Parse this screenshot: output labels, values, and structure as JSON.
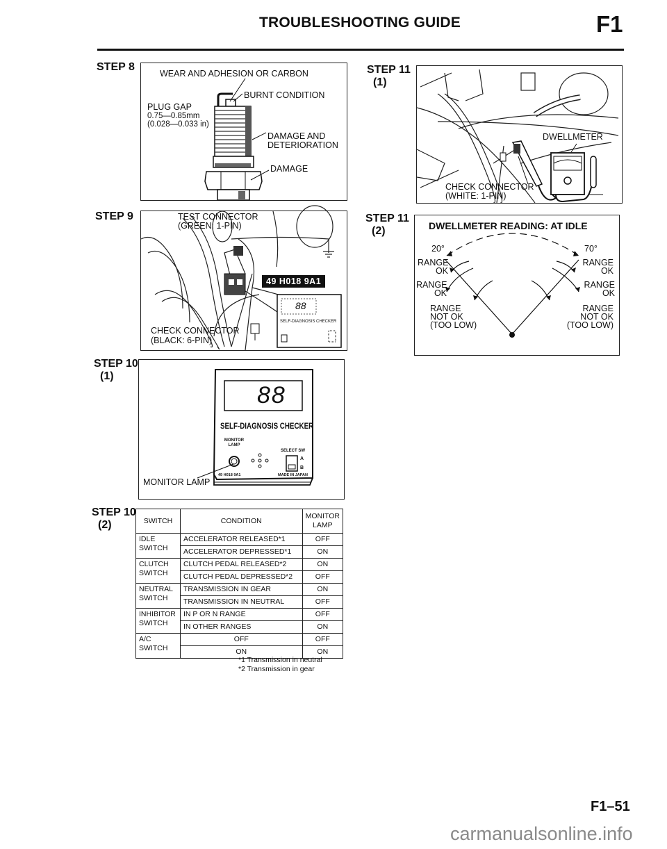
{
  "header": {
    "title": "TROUBLESHOOTING GUIDE",
    "section_code": "F1"
  },
  "steps": {
    "step8": {
      "label": "STEP 8",
      "figure": {
        "wear_label": "WEAR AND ADHESION OR CARBON",
        "burnt_label": "BURNT CONDITION",
        "plug_gap_title": "PLUG GAP",
        "plug_gap_mm": "0.75—0.85mm",
        "plug_gap_in": "(0.028—0.033 in)",
        "damage_deterioration_line1": "DAMAGE AND",
        "damage_deterioration_line2": "DETERIORATION",
        "damage_label": "DAMAGE"
      }
    },
    "step9": {
      "label": "STEP 9",
      "figure": {
        "test_connector_line1": "TEST CONNECTOR",
        "test_connector_line2": "(GREEN: 1-PIN)",
        "tool_number": "49 H018 9A1",
        "check_connector_line1": "CHECK CONNECTOR",
        "check_connector_line2": "(BLACK: 6-PIN)",
        "display_digits": "88",
        "checker_label": "SELF-DIAGNOSIS CHECKER"
      }
    },
    "step10_1": {
      "label": "STEP 10",
      "sub": "(1)",
      "figure": {
        "display_digits": "88",
        "checker_title": "SELF-DIAGNOSIS CHECKER",
        "monitor_lamp_small": "MONITOR LAMP",
        "select_sw": "SELECT SW",
        "select_a": "A",
        "select_b": "B",
        "model_number": "49 H018 9A1",
        "made_in": "MADE IN JAPAN",
        "monitor_lamp_callout": "MONITOR LAMP"
      }
    },
    "step10_2": {
      "label": "STEP 10",
      "sub": "(2)",
      "table": {
        "headers": [
          "SWITCH",
          "CONDITION",
          "MONITOR LAMP"
        ],
        "groups": [
          {
            "switch": "IDLE SWITCH",
            "rows": [
              {
                "condition": "ACCELERATOR RELEASED*1",
                "lamp": "OFF"
              },
              {
                "condition": "ACCELERATOR DEPRESSED*1",
                "lamp": "ON"
              }
            ]
          },
          {
            "switch": "CLUTCH SWITCH",
            "rows": [
              {
                "condition": "CLUTCH PEDAL RELEASED*2",
                "lamp": "ON"
              },
              {
                "condition": "CLUTCH PEDAL DEPRESSED*2",
                "lamp": "OFF"
              }
            ]
          },
          {
            "switch": "NEUTRAL SWITCH",
            "rows": [
              {
                "condition": "TRANSMISSION IN GEAR",
                "lamp": "ON"
              },
              {
                "condition": "TRANSMISSION IN NEUTRAL",
                "lamp": "OFF"
              }
            ]
          },
          {
            "switch": "INHIBITOR SWITCH",
            "rows": [
              {
                "condition": "IN P OR N RANGE",
                "lamp": "OFF"
              },
              {
                "condition": "IN OTHER RANGES",
                "lamp": "ON"
              }
            ]
          },
          {
            "switch": "A/C SWITCH",
            "rows": [
              {
                "condition": "OFF",
                "lamp": "OFF"
              },
              {
                "condition": "ON",
                "lamp": "ON"
              }
            ]
          }
        ],
        "footnotes": [
          "*1 Transmission in neutral",
          "*2 Transmission in gear"
        ]
      }
    },
    "step11_1": {
      "label": "STEP 11",
      "sub": "(1)",
      "figure": {
        "dwellmeter_label": "DWELLMETER",
        "check_connector_line1": "CHECK CONNECTOR",
        "check_connector_line2": "(WHITE: 1-PIN)"
      }
    },
    "step11_2": {
      "label": "STEP 11",
      "sub": "(2)",
      "figure": {
        "title": "DWELLMETER READING: AT IDLE",
        "angle_left": "20°",
        "angle_right": "70°",
        "left_range_ok_1": "RANGE\nOK",
        "left_range_ok_2": "RANGE\nOK",
        "left_range_not_ok": "RANGE\nNOT OK\n(TOO LOW)",
        "right_range_ok_1": "RANGE\nOK",
        "right_range_ok_2": "RANGE\nOK",
        "right_range_not_ok": "RANGE\nNOT OK\n(TOO LOW)"
      }
    }
  },
  "footer": {
    "page_number": "F1–51",
    "watermark": "carmanualsonline.info"
  }
}
